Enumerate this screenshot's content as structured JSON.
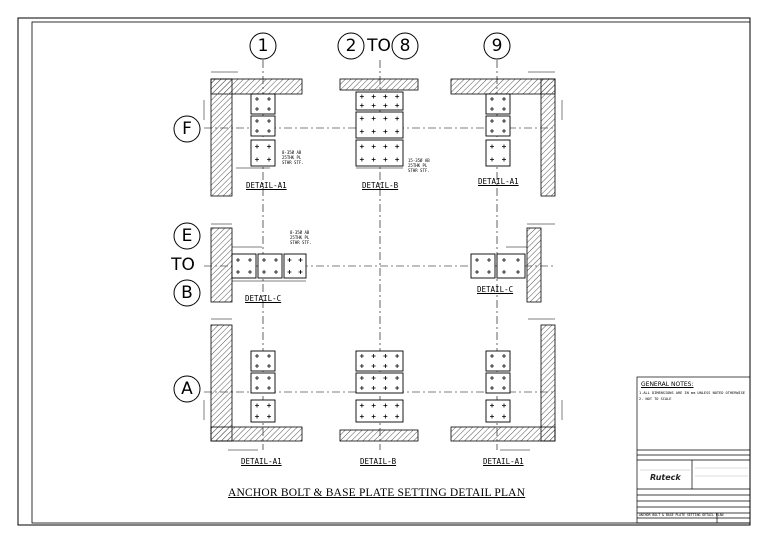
{
  "drawing": {
    "title": "ANCHOR BOLT & BASE PLATE SETTING DETAIL PLAN",
    "grid_columns": [
      "1",
      "2",
      "TO",
      "8",
      "9"
    ],
    "grid_rows": [
      "F",
      "E",
      "TO",
      "B",
      "A"
    ],
    "detail_labels": {
      "a1_top_left": "DETAIL-A1",
      "b_top": "DETAIL-B",
      "a1_top_right": "DETAIL-A1",
      "c_left": "DETAIL-C",
      "c_right": "DETAIL-C",
      "a1_bottom_left": "DETAIL-A1",
      "b_bottom": "DETAIL-B",
      "a1_bottom_right": "DETAIL-A1"
    },
    "callouts": {
      "a1": [
        "8-35Ø AB",
        "25THK PL",
        "STHR STF."
      ],
      "b": [
        "15-35Ø AB",
        "25THK PL",
        "STHR STF."
      ],
      "c": [
        "8-35Ø AB",
        "25THK PL",
        "STHR STF."
      ]
    }
  },
  "title_block": {
    "notes_title": "GENERAL NOTES:",
    "notes": [
      "1.ALL DIMENSIONS ARE IN mm UNLESS NOTED OTHERWISE",
      "2. NOT TO SCALE"
    ],
    "company": "Ruteck",
    "drawing_description": "ANCHOR BOLT & BASE PLATE SETTING DETAIL PLAN"
  },
  "colors": {
    "line": "#000000",
    "hatch": "#555555",
    "background": "#ffffff"
  }
}
